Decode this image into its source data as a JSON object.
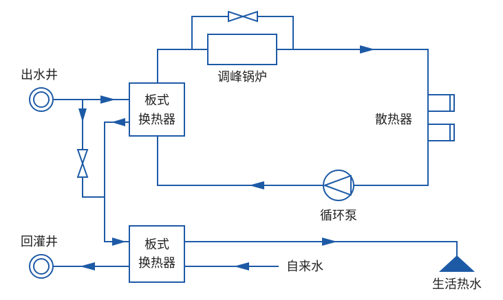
{
  "labels": {
    "supply_well": "出水井",
    "reinjection_well": "回灌井",
    "plate_hx_top_line1": "板式",
    "plate_hx_top_line2": "换热器",
    "plate_hx_bottom_line1": "板式",
    "plate_hx_bottom_line2": "换热器",
    "peak_boiler": "调峰锅炉",
    "radiator": "散热器",
    "circulation_pump": "循环泵",
    "tap_water": "自来水",
    "domestic_hot_water": "生活热水"
  },
  "colors": {
    "line": "#1d5aa6",
    "text": "#222222"
  }
}
